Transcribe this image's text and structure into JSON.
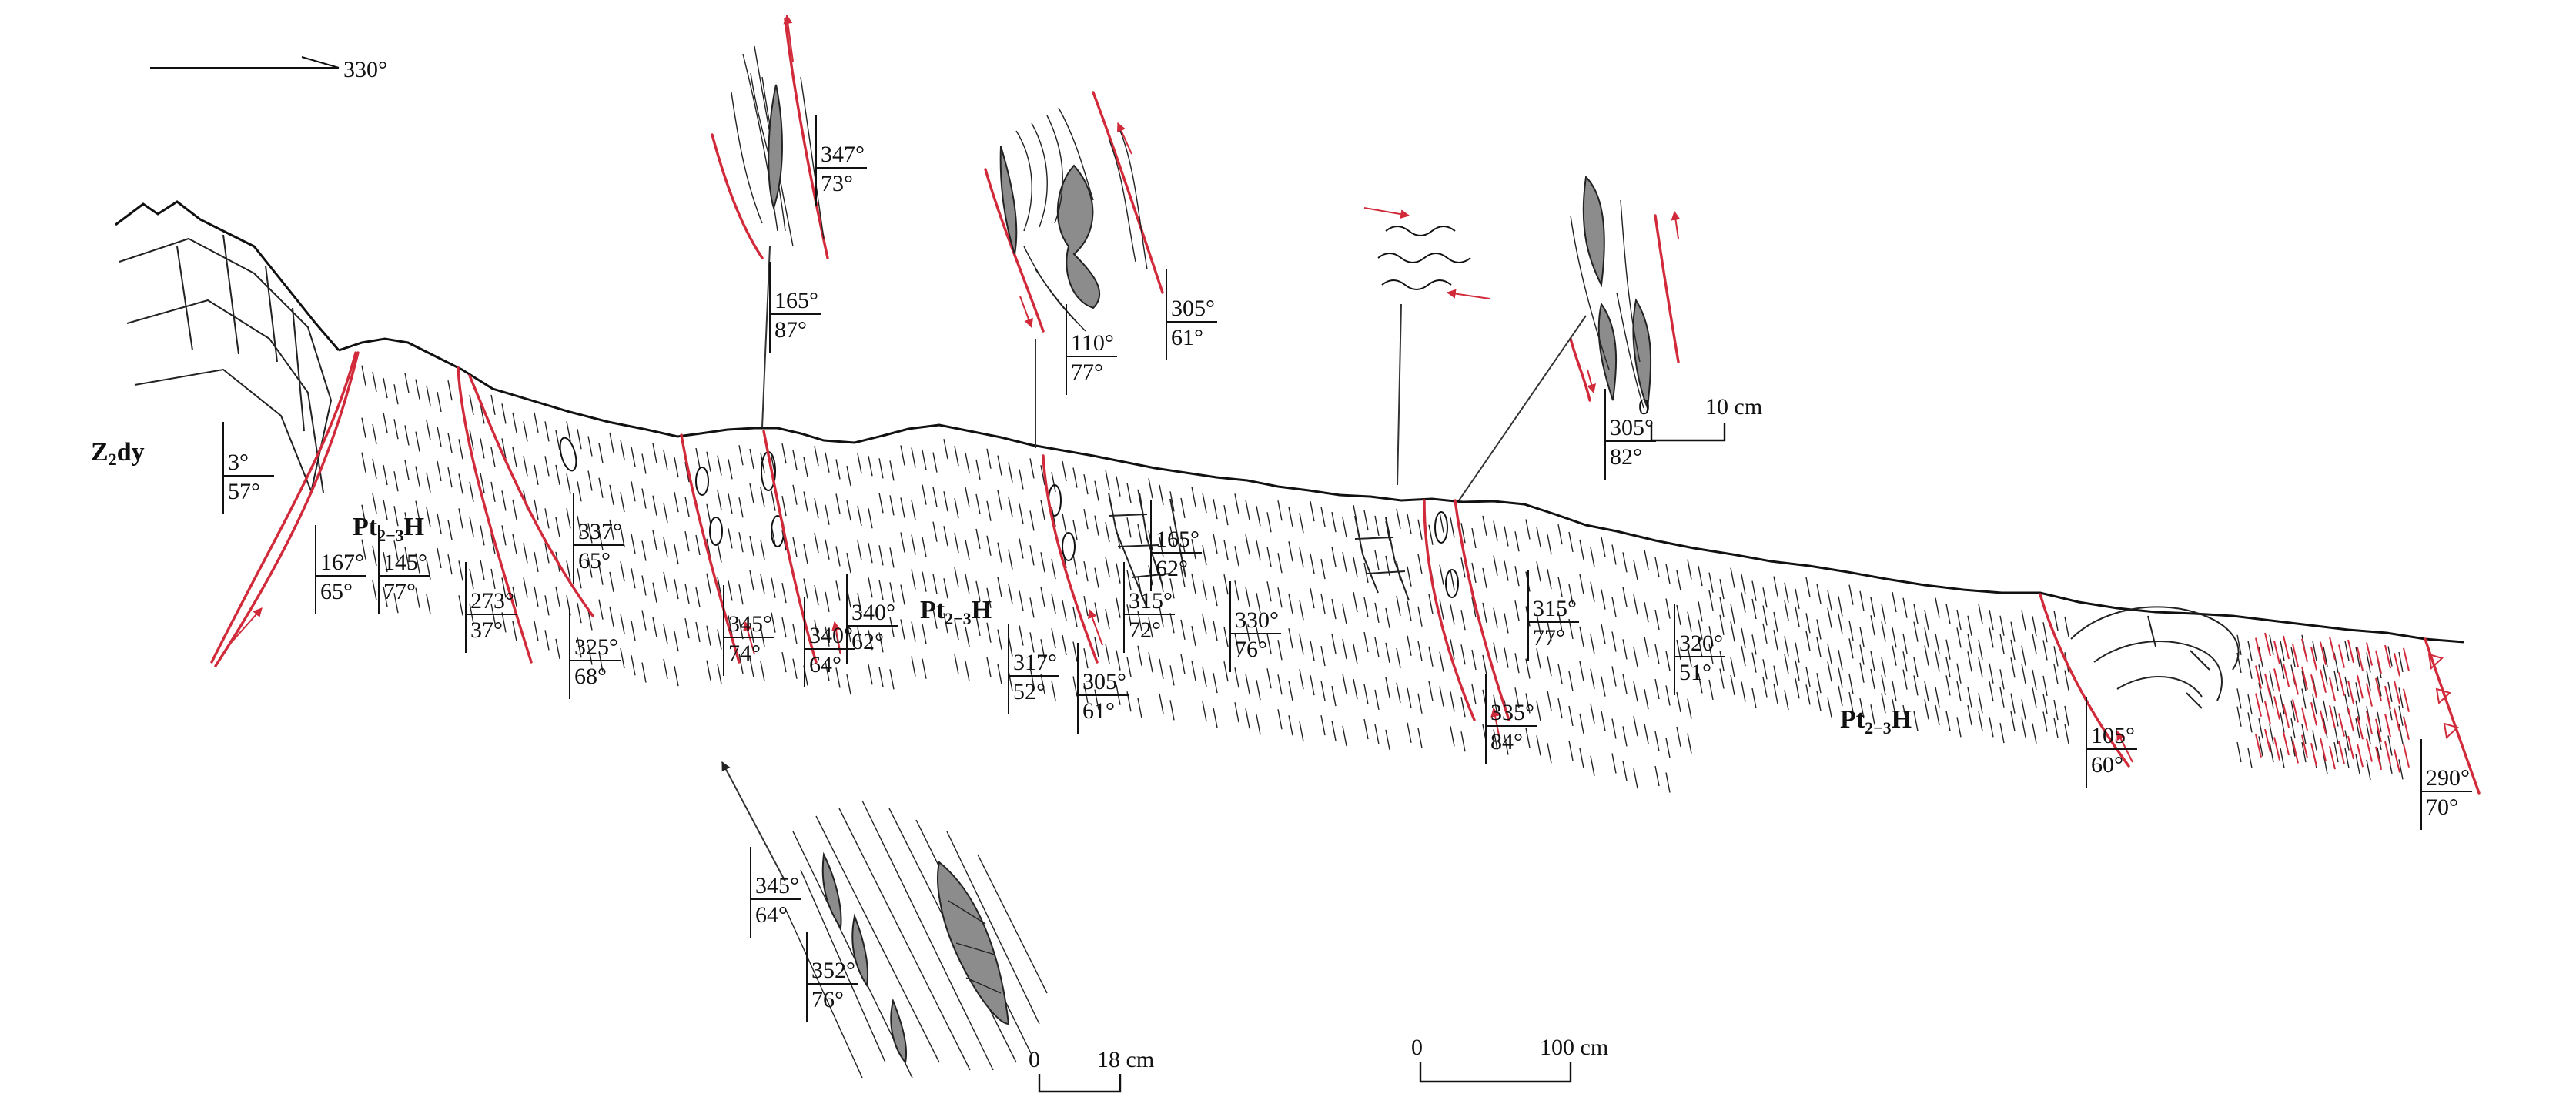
{
  "orientation": "330°",
  "formations": {
    "zdy": {
      "main": "Z",
      "sub": "2",
      "rest": "dy"
    },
    "pt": {
      "main": "Pt",
      "sub": "2−3",
      "rest": "H"
    }
  },
  "scale_bars": {
    "s10": {
      "zero": "0",
      "value": "10 cm"
    },
    "s18": {
      "zero": "0",
      "value": "18 cm"
    },
    "s100": {
      "zero": "0",
      "value": "100 cm"
    }
  },
  "attitudes": [
    {
      "az": "3°",
      "dip": "57°"
    },
    {
      "az": "167°",
      "dip": "65°"
    },
    {
      "az": "145°",
      "dip": "77°"
    },
    {
      "az": "273°",
      "dip": "37°"
    },
    {
      "az": "337°",
      "dip": "65°"
    },
    {
      "az": "325°",
      "dip": "68°"
    },
    {
      "az": "347°",
      "dip": "73°"
    },
    {
      "az": "165°",
      "dip": "87°"
    },
    {
      "az": "345°",
      "dip": "74°"
    },
    {
      "az": "340°",
      "dip": "64°"
    },
    {
      "az": "340°",
      "dip": "62°"
    },
    {
      "az": "110°",
      "dip": "77°"
    },
    {
      "az": "305°",
      "dip": "61°"
    },
    {
      "az": "317°",
      "dip": "52°"
    },
    {
      "az": "305°",
      "dip": "61°"
    },
    {
      "az": "315°",
      "dip": "72°"
    },
    {
      "az": "165°",
      "dip": "62°"
    },
    {
      "az": "330°",
      "dip": "76°"
    },
    {
      "az": "305°",
      "dip": "82°"
    },
    {
      "az": "315°",
      "dip": "77°"
    },
    {
      "az": "335°",
      "dip": "84°"
    },
    {
      "az": "320°",
      "dip": "51°"
    },
    {
      "az": "105°",
      "dip": "60°"
    },
    {
      "az": "290°",
      "dip": "70°"
    },
    {
      "az": "345°",
      "dip": "64°"
    },
    {
      "az": "352°",
      "dip": "76°"
    }
  ]
}
